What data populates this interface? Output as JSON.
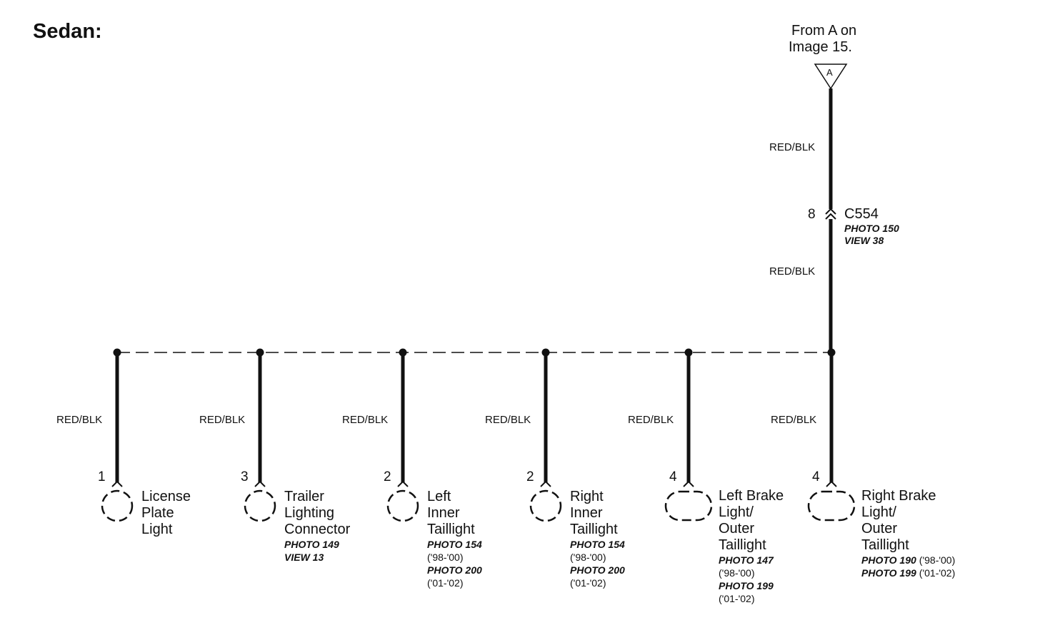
{
  "title": "Sedan:",
  "source": {
    "line1": "From A on",
    "line2": "Image 15.",
    "ref": "A"
  },
  "trunk_wire": {
    "upper_label": "RED/BLK",
    "lower_label": "RED/BLK"
  },
  "connector": {
    "pin": "8",
    "name": "C554",
    "photo": "PHOTO 150",
    "view": "VIEW 38"
  },
  "branches": [
    {
      "wire": "RED/BLK",
      "pin": "1",
      "name": [
        "License",
        "Plate",
        "Light"
      ],
      "notes": []
    },
    {
      "wire": "RED/BLK",
      "pin": "3",
      "name": [
        "Trailer",
        "Lighting",
        "Connector"
      ],
      "notes": [
        {
          "text": "PHOTO 149",
          "italic": true
        },
        {
          "text": "VIEW 13",
          "italic": true
        }
      ]
    },
    {
      "wire": "RED/BLK",
      "pin": "2",
      "name": [
        "Left",
        "Inner",
        "Taillight"
      ],
      "notes": [
        {
          "text": "PHOTO 154",
          "italic": true
        },
        {
          "text": "('98-'00)",
          "italic": false
        },
        {
          "text": "PHOTO 200",
          "italic": true
        },
        {
          "text": "('01-'02)",
          "italic": false
        }
      ]
    },
    {
      "wire": "RED/BLK",
      "pin": "2",
      "name": [
        "Right",
        "Inner",
        "Taillight"
      ],
      "notes": [
        {
          "text": "PHOTO 154",
          "italic": true
        },
        {
          "text": "('98-'00)",
          "italic": false
        },
        {
          "text": "PHOTO 200",
          "italic": true
        },
        {
          "text": "('01-'02)",
          "italic": false
        }
      ]
    },
    {
      "wire": "RED/BLK",
      "pin": "4",
      "name": [
        "Left Brake",
        "Light/",
        "Outer",
        "Taillight"
      ],
      "notes": [
        {
          "text": "PHOTO 147",
          "italic": true
        },
        {
          "text": "('98-'00)",
          "italic": false
        },
        {
          "text": "PHOTO 199",
          "italic": true
        },
        {
          "text": "('01-'02)",
          "italic": false
        }
      ]
    },
    {
      "wire": "RED/BLK",
      "pin": "4",
      "name": [
        "Right Brake",
        "Light/",
        "Outer",
        "Taillight"
      ],
      "notes": [
        {
          "text": "PHOTO 190",
          "italic": true,
          "suffix": "('98-'00)"
        },
        {
          "text": "PHOTO 199",
          "italic": true,
          "suffix": "('01-'02)"
        }
      ]
    }
  ]
}
